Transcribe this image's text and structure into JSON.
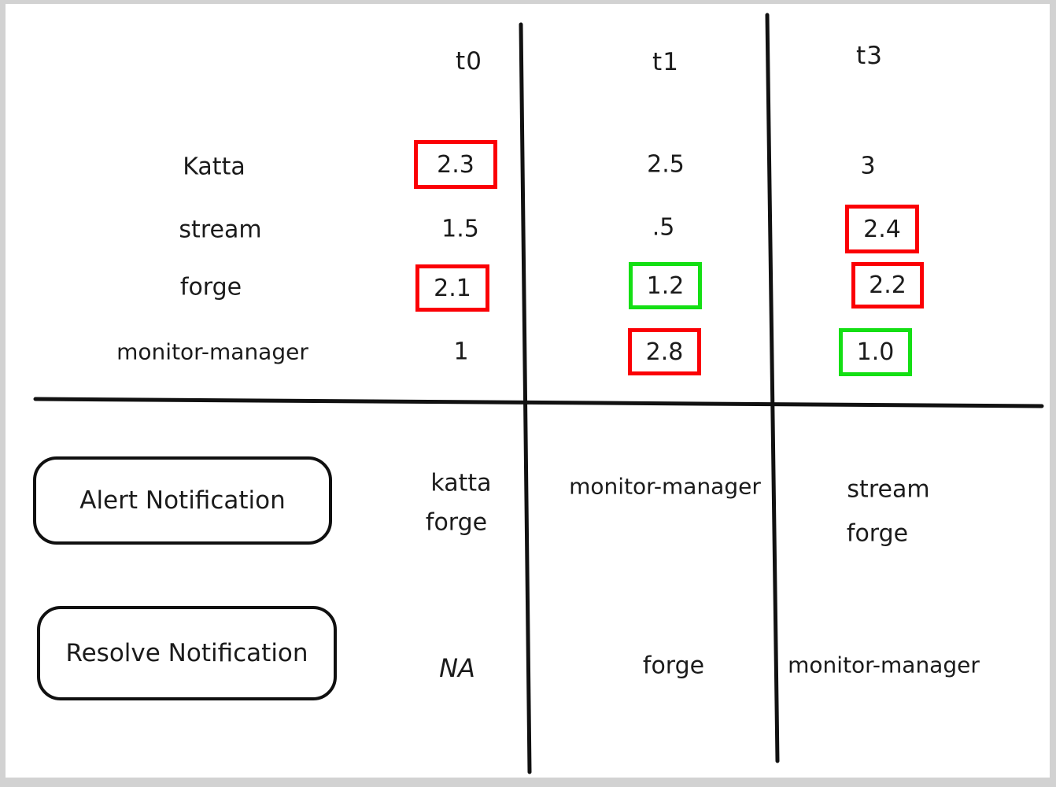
{
  "palette": {
    "bg": "#d2d2d2",
    "surface": "#ffffff",
    "ink": "#1b1b1b",
    "red": "#fb0005",
    "green": "#14df14"
  },
  "table": {
    "column_headers": [
      "t0",
      "t1",
      "t3"
    ],
    "rows": [
      {
        "label": "Katta",
        "values": [
          "2.3",
          "2.5",
          "3"
        ],
        "boxes": [
          "red",
          "none",
          "none"
        ]
      },
      {
        "label": "stream",
        "values": [
          "1.5",
          ".5",
          "2.4"
        ],
        "boxes": [
          "none",
          "none",
          "red"
        ]
      },
      {
        "label": "forge",
        "values": [
          "2.1",
          "1.2",
          "2.2"
        ],
        "boxes": [
          "red",
          "green",
          "red"
        ]
      },
      {
        "label": "monitor-manager",
        "values": [
          "1",
          "2.8",
          "1.0"
        ],
        "boxes": [
          "none",
          "red",
          "green"
        ]
      }
    ]
  },
  "notifications": {
    "alert": {
      "label": "Alert Notification",
      "t0_line1": "katta",
      "t0_line2": "forge",
      "t1_line1": "monitor-manager",
      "t3_line1": "stream",
      "t3_line2": "forge"
    },
    "resolve": {
      "label": "Resolve Notification",
      "t0_line1": "NA",
      "t1_line1": "forge",
      "t3_line1": "monitor-manager"
    }
  }
}
